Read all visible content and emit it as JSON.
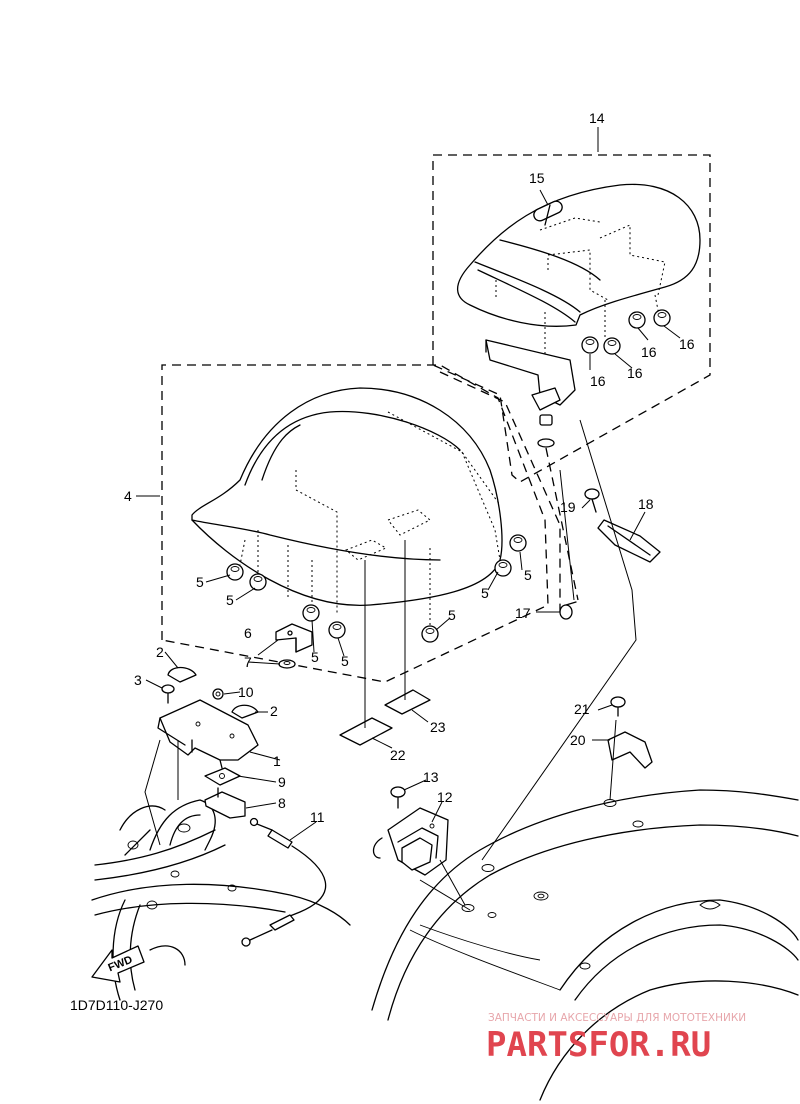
{
  "diagram": {
    "code": "1D7D110-J270",
    "fwd": "FWD",
    "callouts": {
      "c1": "1",
      "c2a": "2",
      "c2b": "2",
      "c3": "3",
      "c4": "4",
      "c5a": "5",
      "c5b": "5",
      "c5c": "5",
      "c5d": "5",
      "c5e": "5",
      "c5f": "5",
      "c5g": "5",
      "c6": "6",
      "c7": "7",
      "c8": "8",
      "c9": "9",
      "c10": "10",
      "c11": "11",
      "c12": "12",
      "c13": "13",
      "c14": "14",
      "c15": "15",
      "c16a": "16",
      "c16b": "16",
      "c16c": "16",
      "c16d": "16",
      "c17": "17",
      "c18": "18",
      "c19": "19",
      "c20": "20",
      "c21": "21",
      "c22": "22",
      "c23": "23"
    }
  },
  "watermark": {
    "tagline": "ЗАПЧАСТИ И АКСЕССУАРЫ ДЛЯ МОТОТЕХНИКИ",
    "brand": "PARTSFOR.RU",
    "color": "#e0454f"
  }
}
